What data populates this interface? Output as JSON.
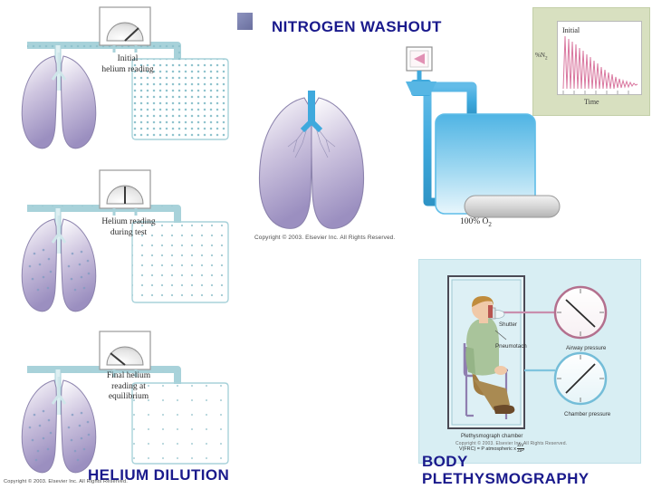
{
  "slide": {
    "titles": {
      "nitrogen_washout": "NITROGEN WASHOUT",
      "helium_dilution": "HELIUM DILUTION",
      "body_line1": "BODY",
      "body_line2": "PLETHYSMOGRAPHY"
    },
    "copyright": {
      "nitrogen": "Copyright © 2003. Elsevier Inc. All Rights Reserved.",
      "helium": "Copyright © 2003. Elsevier Inc. All Rights Reserved.",
      "body": "Copyright © 2003. Elsevier Inc. All Rights Reserved."
    }
  },
  "helium_dilution": {
    "panels": [
      {
        "label_line1": "Initial",
        "label_line2": "helium reading",
        "label_line3": "",
        "gauge_needle_deg": 48,
        "spirometer_dot_density": "dense",
        "lung_dots": false
      },
      {
        "label_line1": "Helium reading",
        "label_line2": "during test",
        "label_line3": "",
        "gauge_needle_deg": 0,
        "spirometer_dot_density": "medium",
        "lung_dots": true
      },
      {
        "label_line1": "Final helium",
        "label_line2": "reading at",
        "label_line3": "equilibrium",
        "gauge_needle_deg": -46,
        "spirometer_dot_density": "sparse",
        "lung_dots": true
      }
    ]
  },
  "nitrogen_washout": {
    "oxygen_label": "100% O",
    "oxygen_subscript": "2",
    "inset": {
      "initial_label": "Initial",
      "y_label": "%N",
      "y_subscript": "2",
      "x_label": "Time"
    },
    "chart_data": {
      "type": "line",
      "title": "",
      "xlabel": "Time",
      "ylabel": "%N2",
      "annotations": [
        "Initial"
      ],
      "description": "Oscillating breath-by-breath nitrogen concentration decaying exponentially toward zero during a nitrogen washout test",
      "x": [
        0,
        1,
        2,
        3,
        4,
        5,
        6,
        7,
        8,
        9,
        10,
        11,
        12,
        13,
        14,
        15,
        16,
        17,
        18,
        19,
        20,
        21,
        22,
        23,
        24,
        25,
        26,
        27,
        28
      ],
      "envelope_upper": [
        80,
        74,
        69,
        64,
        59,
        54,
        50,
        46,
        42,
        38,
        35,
        32,
        29,
        26,
        24,
        22,
        20,
        18,
        16,
        15,
        13,
        12,
        11,
        10,
        9,
        8,
        8,
        7,
        7
      ],
      "envelope_lower": [
        6,
        6,
        6,
        6,
        6,
        6,
        6,
        6,
        6,
        6,
        6,
        6,
        6,
        6,
        6,
        6,
        6,
        6,
        6,
        6,
        6,
        6,
        6,
        6,
        6,
        6,
        6,
        6,
        6
      ],
      "xlim": [
        0,
        28
      ],
      "ylim": [
        0,
        100
      ],
      "grid": false,
      "legend": false
    }
  },
  "body_plethysmography": {
    "labels": {
      "shutter": "Shutter",
      "pneumotach": "Pneumotach",
      "airway_pressure": "Airway pressure",
      "chamber_pressure": "Chamber pressure",
      "chamber": "Plethysmograph chamber"
    },
    "formula": {
      "left": "V(FRC) = P atmospheric x",
      "numerator": "ΔV",
      "denominator": "ΔP"
    }
  },
  "colors": {
    "title_blue": "#1a1a8c",
    "lung_purple": "#9b8fc0",
    "tube_cyan": "#3fa9dd",
    "spirometer_teal": "#9fd0d8",
    "inset_green": "#d8e0c0",
    "trace_pink": "#d9779f",
    "pleth_bg": "#d8eef3"
  }
}
